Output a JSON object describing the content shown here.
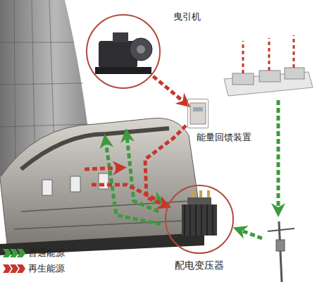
{
  "diagram": {
    "nodes": [
      {
        "text": [
          "曳引机"
        ]
      },
      {
        "text": [
          "能量回馈装置"
        ]
      },
      {
        "text": [
          "配电变压器"
        ]
      }
    ],
    "edges": [
      {
        "from": 0,
        "to": 1,
        "arrow": "to"
      },
      {
        "from": 1,
        "to": 2,
        "arrow": "to"
      }
    ],
    "legend": [
      {
        "text": "普通能源",
        "color": "#3d9a3d"
      },
      {
        "text": "再生能源",
        "color": "#c8362b"
      }
    ]
  }
}
